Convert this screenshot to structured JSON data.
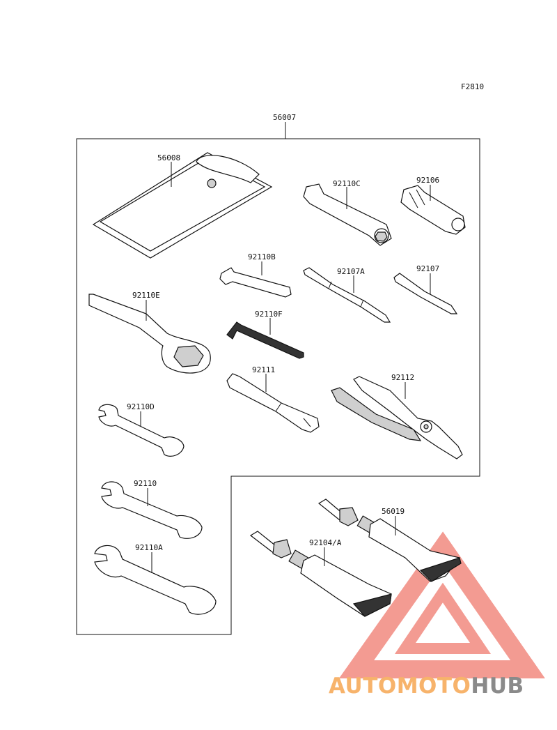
{
  "figure_code": "F2810",
  "kit": {
    "part_no": "56007"
  },
  "parts": {
    "p56008": "56008",
    "p92110C": "92110C",
    "p92106": "92106",
    "p92110B": "92110B",
    "p92107A": "92107A",
    "p92107": "92107",
    "p92110E": "92110E",
    "p92110F": "92110F",
    "p92111": "92111",
    "p92112": "92112",
    "p92110D": "92110D",
    "p92110": "92110",
    "p92110A": "92110A",
    "p56019": "56019",
    "p92104A": "92104/A"
  },
  "watermark": {
    "word_1": "AUTOMOTO",
    "word_2": "HUB",
    "color_1": "#f7b36b",
    "color_2": "#8a8a8a",
    "logo_color": "#f07a6e"
  }
}
